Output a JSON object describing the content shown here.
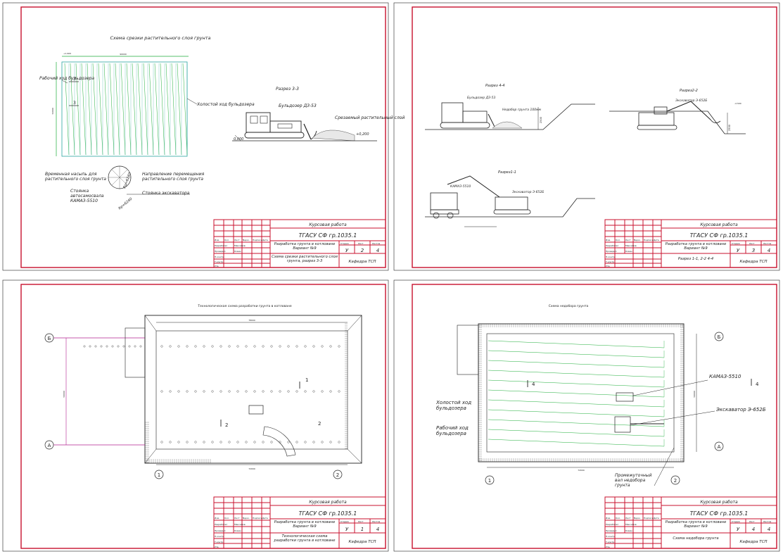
{
  "colors": {
    "frame": "#c8102e",
    "ink": "#222222",
    "green": "#1fae3a",
    "cyan": "#2aa6a0",
    "magenta": "#b0208f"
  },
  "stamp_common": {
    "course": "Курсовая работа",
    "group": "ТГАСУ СФ гр.1035.1",
    "topic": "Разработка грунта в котловане Вариант №9",
    "dept": "Кафедра ТСП",
    "hdr_stage": "Стадия",
    "hdr_sheet": "Лист",
    "hdr_sheets": "Листов",
    "stage": "У",
    "sheets": "4",
    "cols": [
      "Изм.",
      "Кол.",
      "Лист",
      "№док.",
      "Подпись",
      "Дата"
    ],
    "r_dev": "Разработал",
    "r_dev_name": "Максимов",
    "r_chk": "Проверил",
    "r_chk_name": "Ковин",
    "r_nk": "Н.контр.",
    "r_tk": "Т.контр.",
    "r_ut": "Утв."
  },
  "sheets": [
    {
      "sheet_no": "2",
      "sheet_title": "Схема срезки растительного слоя грунта, разрез 3-3"
    },
    {
      "sheet_no": "3",
      "sheet_title": "Разрез 1-1, 2-2 4-4"
    },
    {
      "sheet_no": "1",
      "sheet_title": "Технологическая схема разработки грунта в котловане"
    },
    {
      "sheet_no": "4",
      "sheet_title": "Схема недобора грунта"
    }
  ],
  "s1": {
    "title": "Схема срезки растительного слоя грунта",
    "dim_top": "90000",
    "dim_left": "72000",
    "elev": "+1,900",
    "work": "Рабочий ход бульдозера",
    "idle": "Холостой ход бульдозера",
    "mark3": "3",
    "section": "Разрез 3-3",
    "dozer": "Бульдозер ДЗ-53",
    "cut": "Срезаемый растительный слой",
    "elev0": "0,000",
    "elev2": "+0,200",
    "embank": "Временная насыпь для растительного слоя грунта",
    "direction": "Направление перемещения растительного слоя грунта",
    "truck_stop": "Стоянка автосамосвала КАМАЗ-5510",
    "exc_stop": "Стоянка экскаватора",
    "r1": "Rp=6240",
    "r2": "Rp=6240"
  },
  "s2": {
    "sec44": "Разрез 4-4",
    "dozer": "Бульдозер ДЗ-53",
    "shortfall": "Недобор грунта 100мм",
    "sec22": "Разрез2-2",
    "exc": "Экскаватор Э-652Б",
    "sec11": "Разрез1-1",
    "truck": "КАМАЗ-5510",
    "exc2": "Экскаватор Э-652Б",
    "depth": "2500",
    "lvl": "-2,500"
  },
  "s3": {
    "title": "Технологическая схема разработки грунта в котловане",
    "axisB": "Б",
    "axisA": "А",
    "axis1": "1",
    "axis2": "2",
    "sec1": "1",
    "sec2": "2",
    "dim_total": "78000",
    "dim_mid": "72000",
    "dim_side": "50000"
  },
  "s4": {
    "title": "Схема недобора грунта",
    "axisB": "Б",
    "axisA": "А",
    "axis1": "1",
    "axis2": "2",
    "sec4": "4",
    "truck": "КАМАЗ-5510",
    "exc": "Экскаватор Э-652Б",
    "idle": "Холостой ход бульдозера",
    "work": "Рабочий ход бульдозера",
    "berm": "Промежуточный вал недобора грунта",
    "dim_w": "72000",
    "dim_h": "50000"
  }
}
